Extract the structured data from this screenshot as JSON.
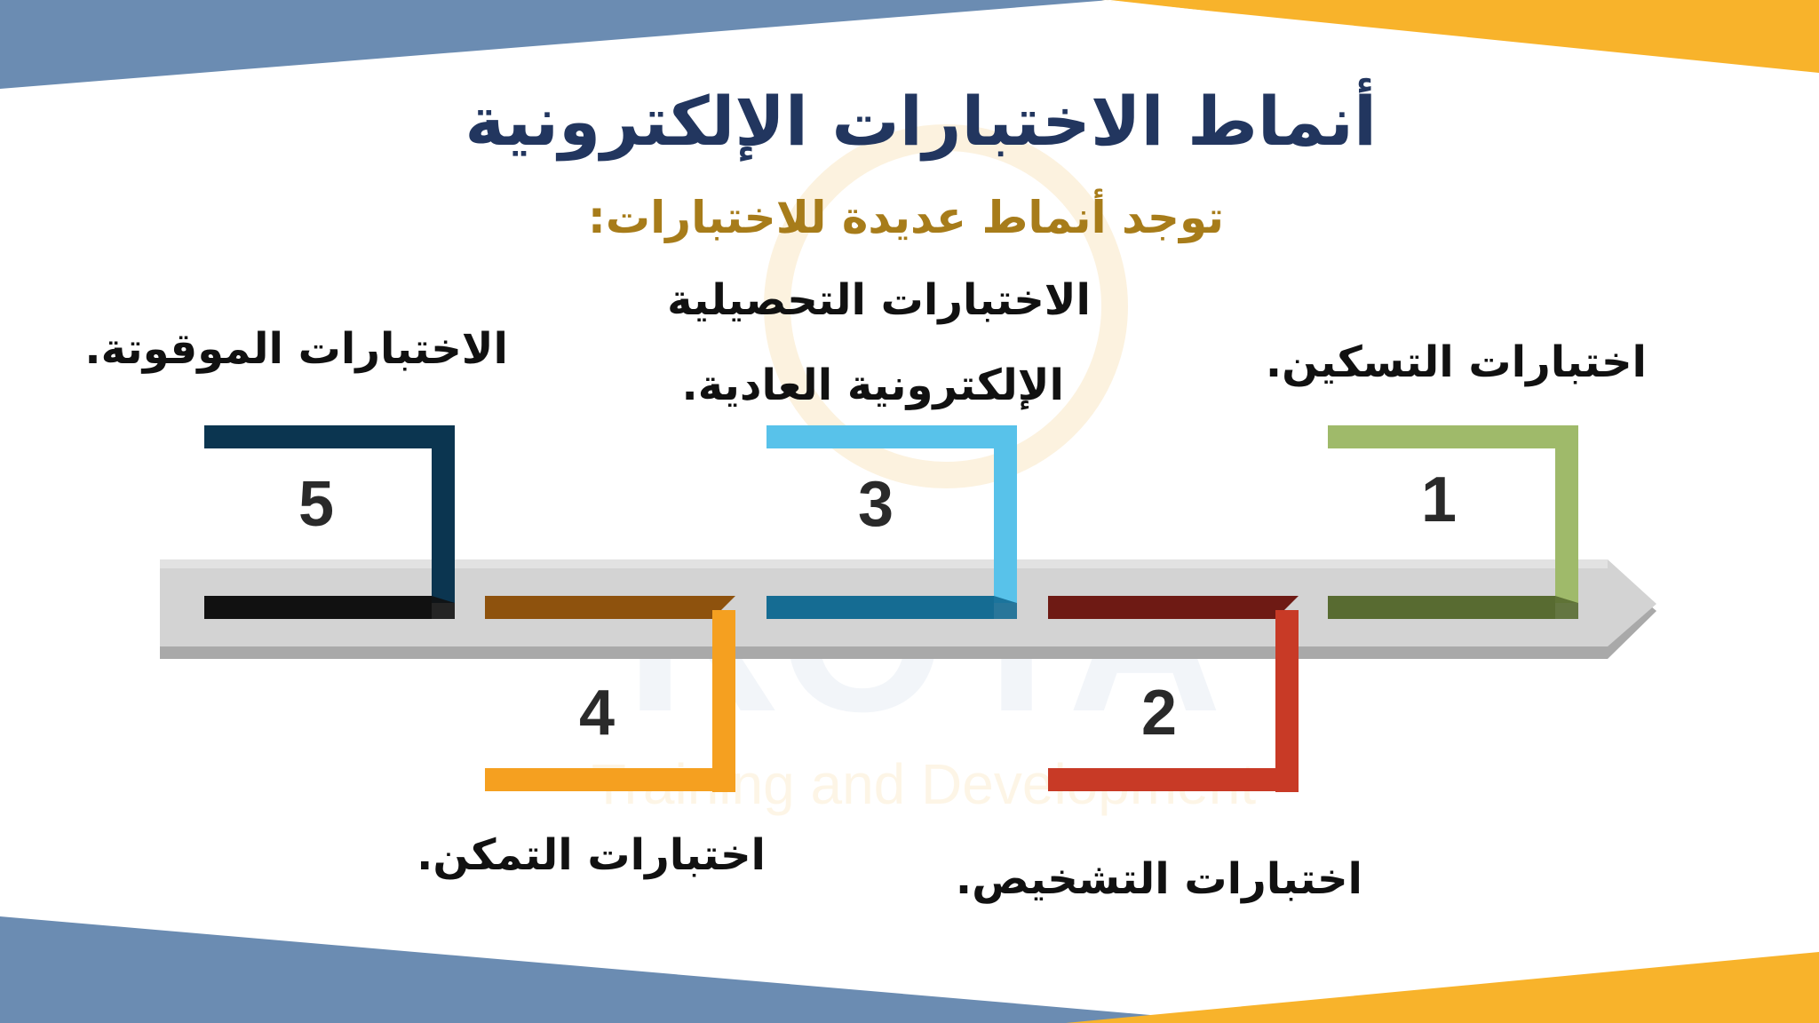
{
  "slide": {
    "title": "أنماط الاختبارات الإلكترونية",
    "subtitle": "توجد أنماط عديدة للاختبارات:"
  },
  "steps": [
    {
      "number": "1",
      "label_lines": [
        "اختبارات التسكين."
      ],
      "color_light": "#9fba6a",
      "color_dark": "#586b31"
    },
    {
      "number": "2",
      "label_lines": [
        "اختبارات التشخيص."
      ],
      "color_light": "#c83a26",
      "color_dark": "#6e1a14"
    },
    {
      "number": "3",
      "label_lines": [
        "الاختبارات التحصيلية",
        "الإلكترونية العادية."
      ],
      "color_light": "#58c2ea",
      "color_dark": "#156c93"
    },
    {
      "number": "4",
      "label_lines": [
        "اختبارات التمكن."
      ],
      "color_light": "#f5a020",
      "color_dark": "#8e520d"
    },
    {
      "number": "5",
      "label_lines": [
        "الاختبارات الموقوتة."
      ],
      "color_light": "#0b3550",
      "color_dark": "#111111"
    }
  ],
  "watermark": {
    "brand": "ROYA",
    "tagline": "Training and Development"
  },
  "colors": {
    "band_blue": "#6b8cb2",
    "band_gold": "#f8b32b",
    "arrow_gray": "#c9c9c9"
  }
}
